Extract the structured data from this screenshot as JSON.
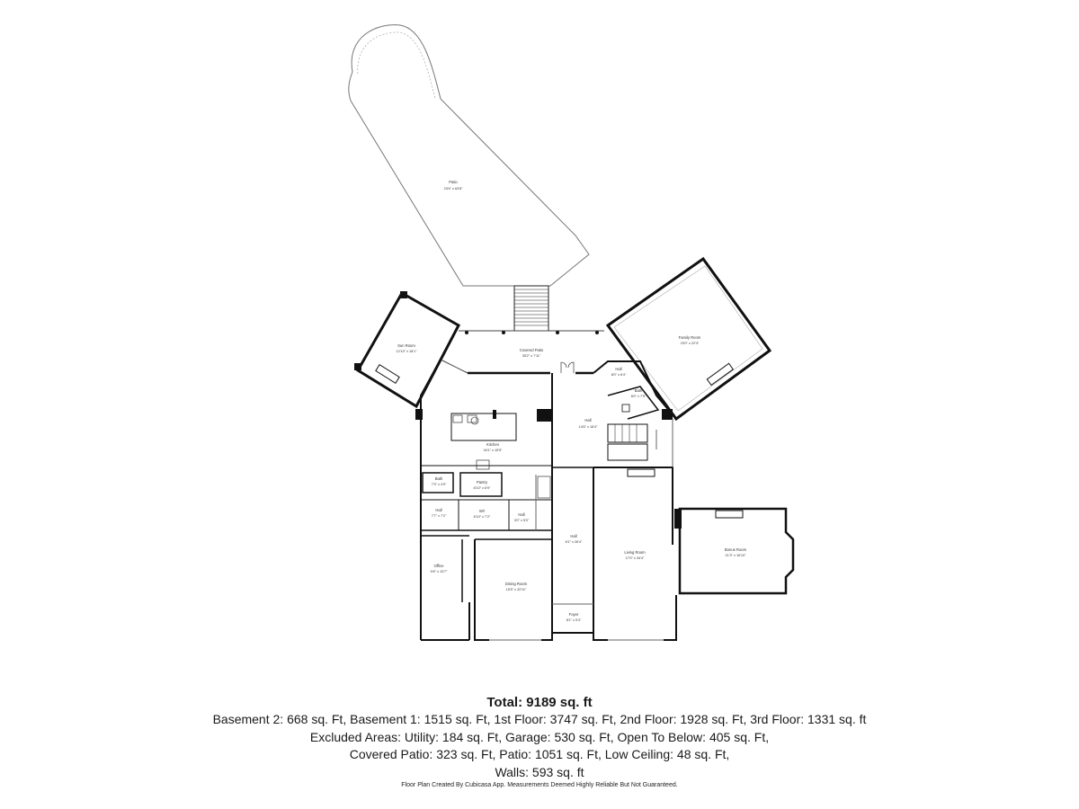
{
  "rooms": {
    "patio": {
      "name": "Patio",
      "dims": "23'4\" x 63'8\""
    },
    "sun_room": {
      "name": "Sun Room",
      "dims": "12'10\" x 18'1\""
    },
    "covered_patio": {
      "name": "Covered Patio",
      "dims": "35'2\" x 7'11\""
    },
    "family_room": {
      "name": "Family Room",
      "dims": "23'0\" x 22'3\""
    },
    "hall_upper": {
      "name": "Hall",
      "dims": "8'0\" x 6'4\""
    },
    "bath_right": {
      "name": "Bath",
      "dims": "8'0\" x 7'5\""
    },
    "kitchen": {
      "name": "Kitchen",
      "dims": "34'1\" x 15'5\""
    },
    "hall_center": {
      "name": "Hall",
      "dims": "14'6\" x 18'4\""
    },
    "bath_left": {
      "name": "Bath",
      "dims": "7'3\" x 4'9\""
    },
    "pantry": {
      "name": "Pantry",
      "dims": "8'10\" x 6'9\""
    },
    "hall_left": {
      "name": "Hall",
      "dims": "7'7\" x 7'2\""
    },
    "wic": {
      "name": "W/I",
      "dims": "6'10\" x 7'2\""
    },
    "hall_small": {
      "name": "Hall",
      "dims": "3'0\" x 5'0\""
    },
    "office": {
      "name": "Office",
      "dims": "9'6\" x 13'7\""
    },
    "dining_room": {
      "name": "Dining Room",
      "dims": "15'5\" x 20'11\""
    },
    "hall_long": {
      "name": "Hall",
      "dims": "8'1\" x 26'4\""
    },
    "living_room": {
      "name": "Living Room",
      "dims": "17'0\" x 34'4\""
    },
    "bonus_room": {
      "name": "Bonus Room",
      "dims": "21'3\" x 16'10\""
    },
    "foyer": {
      "name": "Foyer",
      "dims": "8'1\" x 5'4\""
    }
  },
  "summary": {
    "total": "Total: 9189 sq. ft",
    "line1": "Basement 2: 668 sq. Ft, Basement 1: 1515 sq. Ft, 1st Floor: 3747 sq. Ft, 2nd Floor: 1928 sq. Ft, 3rd Floor: 1331 sq. ft",
    "line2": "Excluded Areas: Utility: 184 sq. Ft, Garage: 530 sq. Ft, Open To Below: 405 sq. Ft,",
    "line3": "Covered Patio: 323 sq. Ft, Patio: 1051 sq. Ft, Low Ceiling: 48 sq. Ft,",
    "line4": "Walls: 593 sq. ft"
  },
  "disclaimer": "Floor Plan Created By Cubicasa App. Measurements Deemed Highly Reliable But Not Guaranteed.",
  "colors": {
    "wall": "#111111",
    "thin_line": "#666666",
    "background": "#ffffff"
  }
}
